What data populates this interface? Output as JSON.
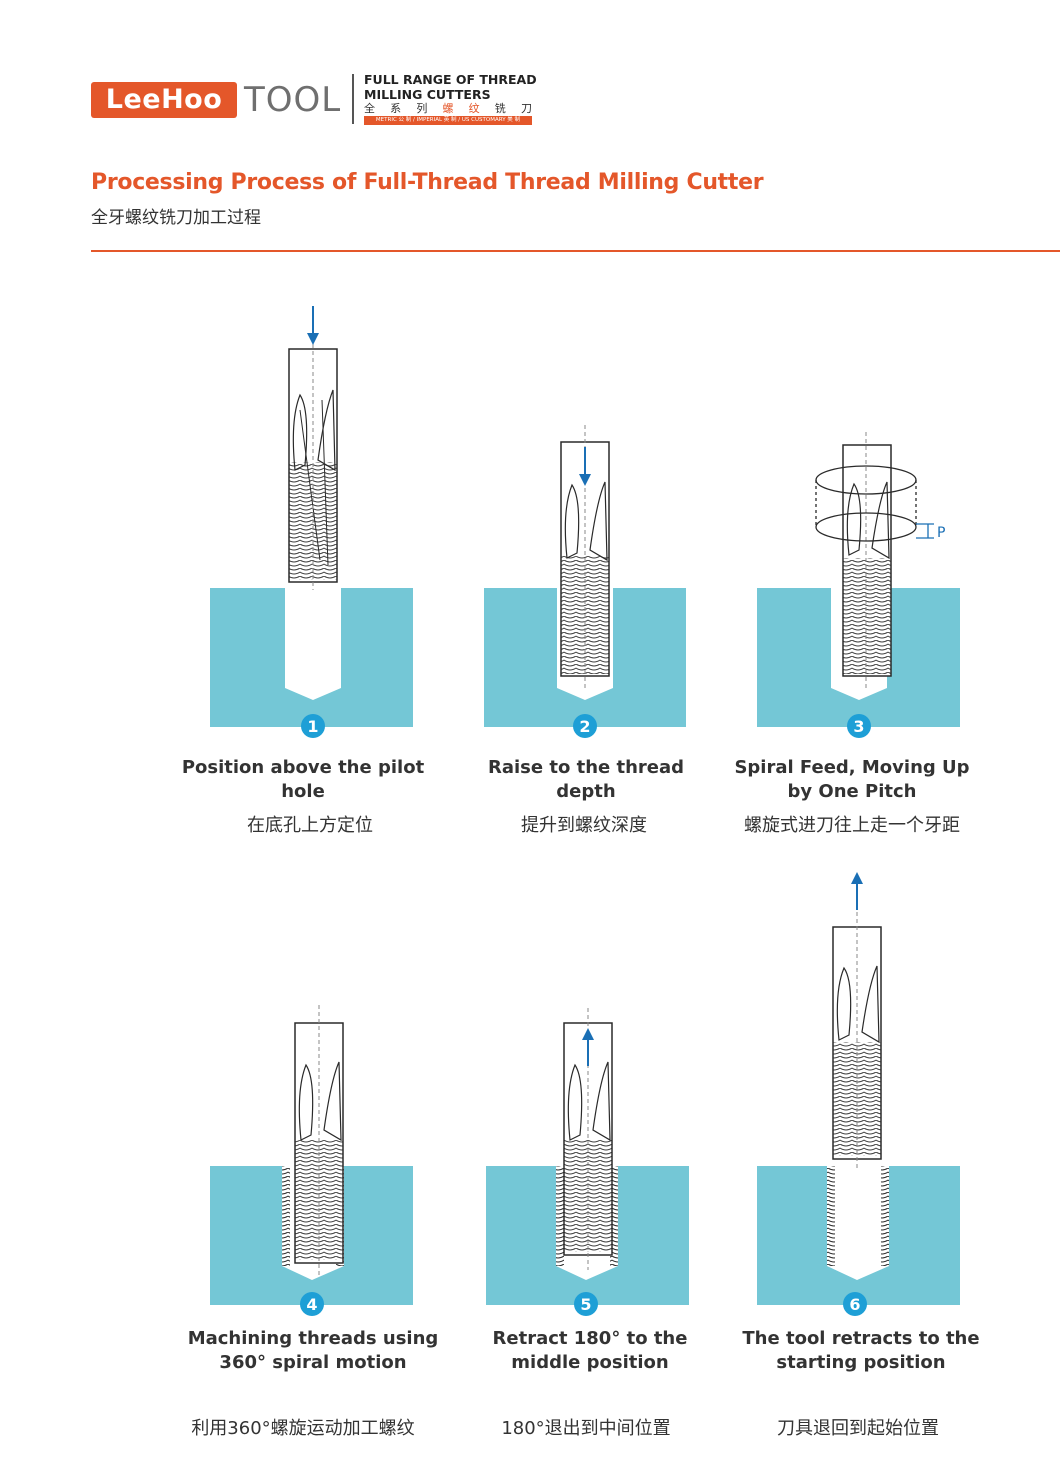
{
  "brand": {
    "logo_text": "LeeHoo",
    "logo_suffix": "TOOL",
    "slogan_line1": "FULL RANGE OF THREAD",
    "slogan_line2": "MILLING CUTTERS",
    "slogan_cn": [
      "全",
      "系",
      "列",
      "螺",
      "纹",
      "铣",
      "刀"
    ],
    "slogan_bar": "METRIC 公 制  /  IMPERIAL 英 制  /  US CUSTOMARY 美 制",
    "accent_color": "#e4572a"
  },
  "heading": {
    "title_en": "Processing Process of Full-Thread Thread Milling Cutter",
    "title_cn": "全牙螺纹铣刀加工过程"
  },
  "diagram_labels": {
    "pitch": "P"
  },
  "steps": [
    {
      "number": "1",
      "title_en": "Position above the pilot hole",
      "title_cn": "在底孔上方定位"
    },
    {
      "number": "2",
      "title_en": "Raise to the thread depth",
      "title_cn": "提升到螺纹深度"
    },
    {
      "number": "3",
      "title_en": "Spiral Feed, Moving Up by One Pitch",
      "title_cn": "螺旋式进刀往上走一个牙距"
    },
    {
      "number": "4",
      "title_en": "Machining threads using 360° spiral motion",
      "title_cn": "利用360°螺旋运动加工螺纹"
    },
    {
      "number": "5",
      "title_en": "Retract 180° to the middle position",
      "title_cn": "180°退出到中间位置"
    },
    {
      "number": "6",
      "title_en": "The tool retracts to the starting position",
      "title_cn": "刀具退回到起始位置"
    }
  ],
  "colors": {
    "workpiece": "#74c7d6",
    "badge": "#1e9fd6",
    "arrow": "#1a6fb5",
    "tool_outline": "#2a2a2a"
  }
}
